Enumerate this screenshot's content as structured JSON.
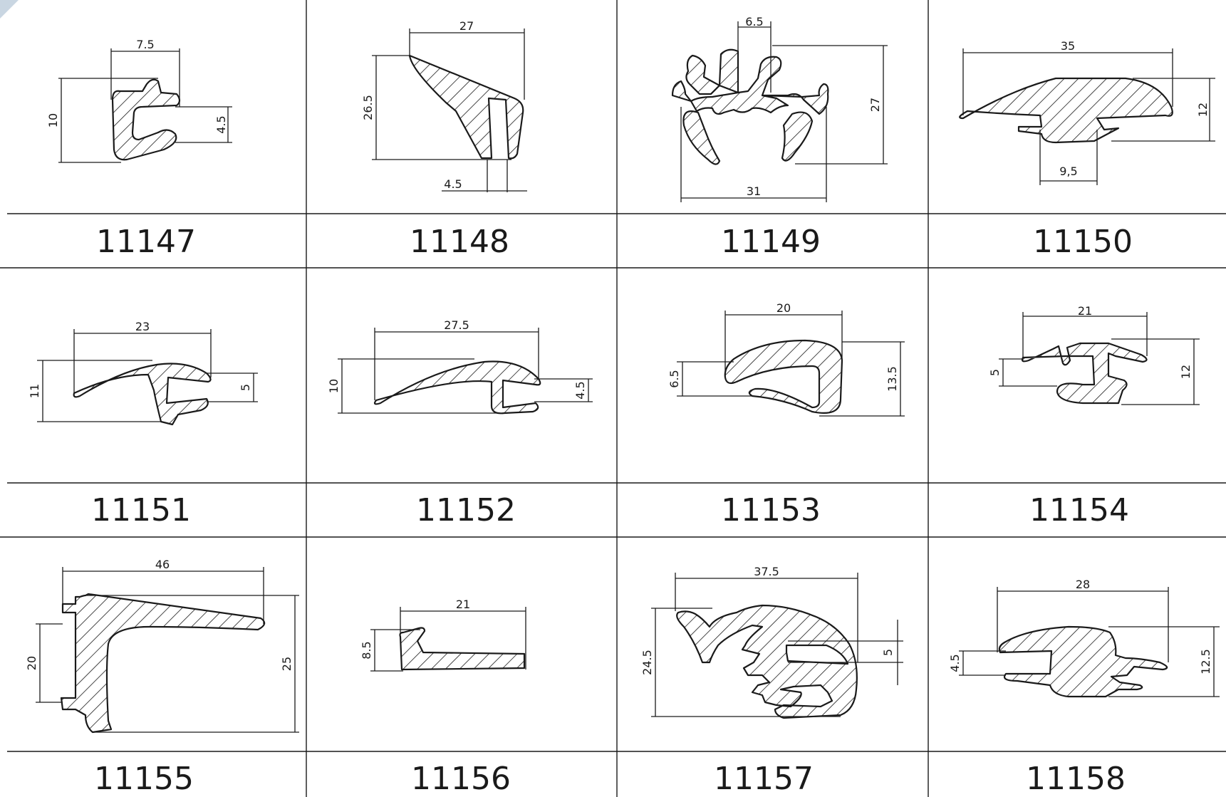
{
  "catalog": {
    "profiles": [
      {
        "code": "11147",
        "dims": [
          "7.5",
          "10",
          "4.5"
        ]
      },
      {
        "code": "11148",
        "dims": [
          "27",
          "26.5",
          "4.5"
        ]
      },
      {
        "code": "11149",
        "dims": [
          "6.5",
          "27",
          "31"
        ]
      },
      {
        "code": "11150",
        "dims": [
          "35",
          "12",
          "9,5"
        ]
      },
      {
        "code": "11151",
        "dims": [
          "23",
          "11",
          "5"
        ]
      },
      {
        "code": "11152",
        "dims": [
          "27.5",
          "10",
          "4.5"
        ]
      },
      {
        "code": "11153",
        "dims": [
          "20",
          "6.5",
          "13.5"
        ]
      },
      {
        "code": "11154",
        "dims": [
          "21",
          "5",
          "12"
        ]
      },
      {
        "code": "11155",
        "dims": [
          "46",
          "20",
          "25"
        ]
      },
      {
        "code": "11156",
        "dims": [
          "21",
          "8.5"
        ]
      },
      {
        "code": "11157",
        "dims": [
          "37.5",
          "24.5",
          "5"
        ]
      },
      {
        "code": "11158",
        "dims": [
          "28",
          "4.5",
          "12.5"
        ]
      }
    ]
  }
}
